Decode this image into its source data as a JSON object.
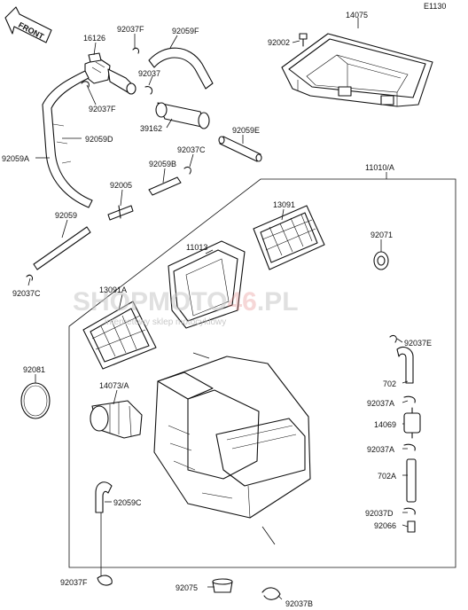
{
  "diagram": {
    "code": "E1130",
    "front_label": "FRONT",
    "part_labels": [
      "14075",
      "92002",
      "16126",
      "92037F",
      "92059F",
      "92037",
      "92037F",
      "39162",
      "92059D",
      "92059E",
      "92059A",
      "92037C",
      "92059B",
      "11010/A",
      "92005",
      "13091",
      "92059",
      "11013",
      "92071",
      "92037C",
      "13091A",
      "92037E",
      "92081",
      "702",
      "14073/A",
      "92037A",
      "14069",
      "92037A",
      "702A",
      "92059C",
      "92037D",
      "92066",
      "92037F",
      "92075",
      "92037B"
    ]
  },
  "watermark": {
    "brand_a": "SHOPMOTO",
    "brand_b": "46",
    "brand_c": ".PL",
    "tagline": "internetowy sklep motocyklowy"
  }
}
